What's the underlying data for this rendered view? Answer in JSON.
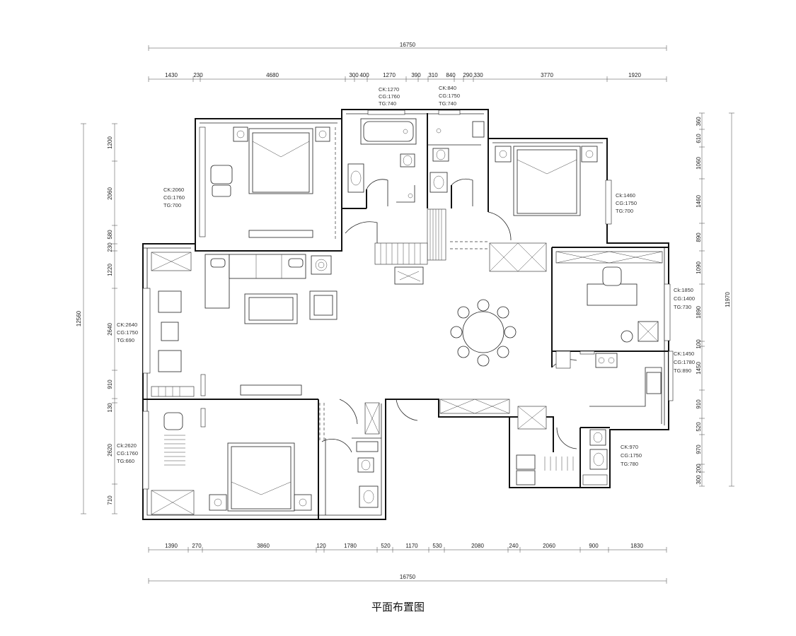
{
  "title": "平面布置图",
  "dimensions": {
    "top_total": "16750",
    "bottom_total": "16750",
    "top_segments": [
      "1430",
      "230",
      "4680",
      "300",
      "400",
      "1270",
      "390",
      "310",
      "840",
      "290",
      "330",
      "3770",
      "1920"
    ],
    "bottom_segments": [
      "1390",
      "270",
      "3860",
      "120",
      "1780",
      "520",
      "1170",
      "530",
      "2080",
      "240",
      "2060",
      "900",
      "1830"
    ],
    "left_total": "12560",
    "left_segments": [
      "1200",
      "2060",
      "580",
      "230",
      "1220",
      "2640",
      "910",
      "130",
      "2620",
      "710"
    ],
    "right_total": "11970",
    "right_segments": [
      "360",
      "610",
      "1060",
      "1460",
      "890",
      "1090",
      "1890",
      "100",
      "1450",
      "910",
      "520",
      "970",
      "200",
      "300"
    ]
  },
  "window_notes": [
    {
      "ck": "CK:1270",
      "cg": "CG:1760",
      "tg": "TG:740"
    },
    {
      "ck": "CK:840",
      "cg": "CG:1750",
      "tg": "TG:740"
    },
    {
      "ck": "CK:2060",
      "cg": "CG:1760",
      "tg": "TG:700"
    },
    {
      "ck": "Ck:1460",
      "cg": "CG:1750",
      "tg": "TG:700"
    },
    {
      "ck": "Ck:1850",
      "cg": "CG:1400",
      "tg": "TG:730"
    },
    {
      "ck": "CK:2640",
      "cg": "CG:1750",
      "tg": "TG:690"
    },
    {
      "ck": "CK:1450",
      "cg": "CG:1780",
      "tg": "TG:890"
    },
    {
      "ck": "Ck:2620",
      "cg": "CG:1760",
      "tg": "TG:660"
    },
    {
      "ck": "CK:970",
      "cg": "CG:1750",
      "tg": "TG:780"
    }
  ]
}
